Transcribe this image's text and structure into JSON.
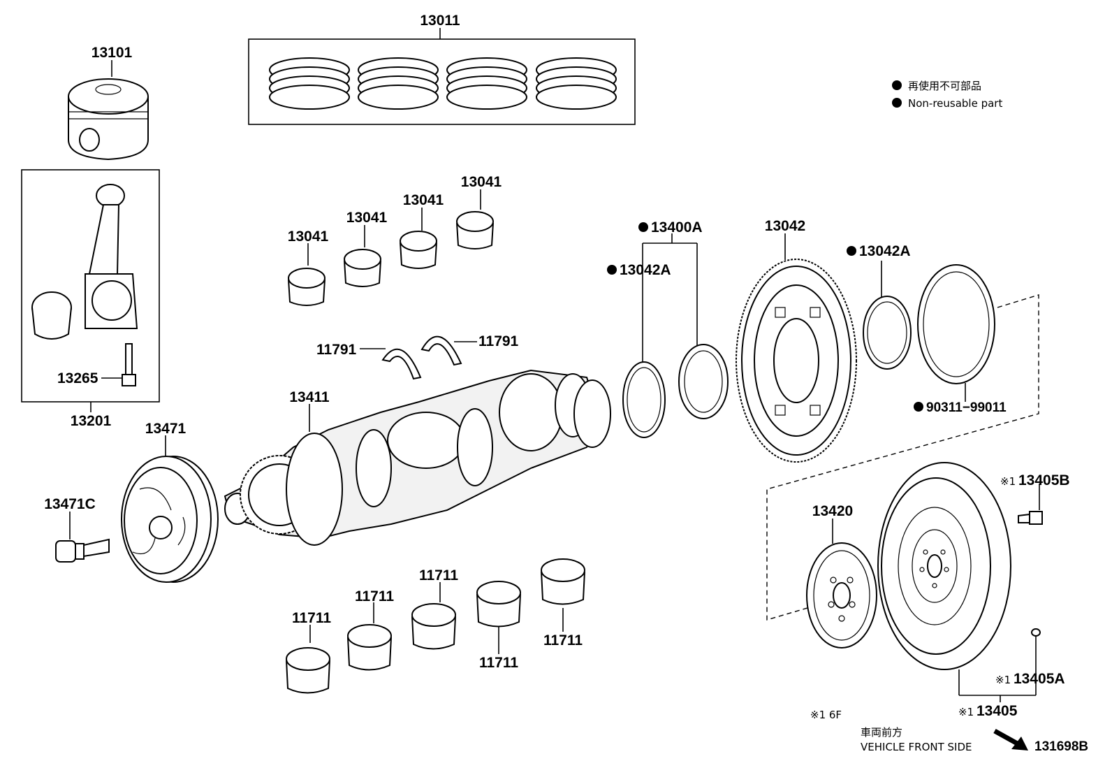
{
  "legend": {
    "jp": "再使用不可部品",
    "en": "Non-reusable part"
  },
  "labels": {
    "p13011": "13011",
    "p13101": "13101",
    "p13201": "13201",
    "p13265": "13265",
    "p13041_a": "13041",
    "p13041_b": "13041",
    "p13041_c": "13041",
    "p13041_d": "13041",
    "p13400A": "13400A",
    "p13042A_left": "13042A",
    "p13042": "13042",
    "p13042A_right": "13042A",
    "p11791_left": "11791",
    "p11791_right": "11791",
    "p13411": "13411",
    "p13471": "13471",
    "p13471C": "13471C",
    "p90311": "90311−99011",
    "p13405B": "13405B",
    "p13420": "13420",
    "p13405A": "13405A",
    "p13405": "13405",
    "p11711_a": "11711",
    "p11711_b": "11711",
    "p11711_c": "11711",
    "p11711_d": "11711",
    "p11711_e": "11711",
    "note_6f": "※1 6F",
    "mark_1": "※1"
  },
  "footer": {
    "front_jp": "車両前方",
    "front_en": "VEHICLE FRONT SIDE",
    "figure_id": "131698B"
  }
}
